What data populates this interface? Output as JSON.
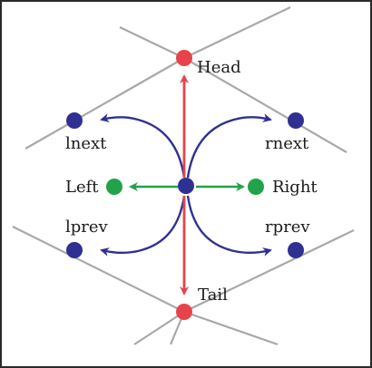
{
  "labels": {
    "head": "Head",
    "tail": "Tail",
    "left": "Left",
    "right": "Right",
    "lnext": "lnext",
    "rnext": "rnext",
    "lprev": "lprev",
    "rprev": "rprev"
  },
  "colors": {
    "edge_lines": "#a8a8a8",
    "vertex": "#e8434a",
    "center": "#2e3192",
    "faces": "#22a24a",
    "primary_arrow": "#e8434a",
    "face_arrow": "#22a24a",
    "next_prev_arrow": "#2e3192",
    "text": "#1a1a1a",
    "border": "#2a2a2a"
  }
}
